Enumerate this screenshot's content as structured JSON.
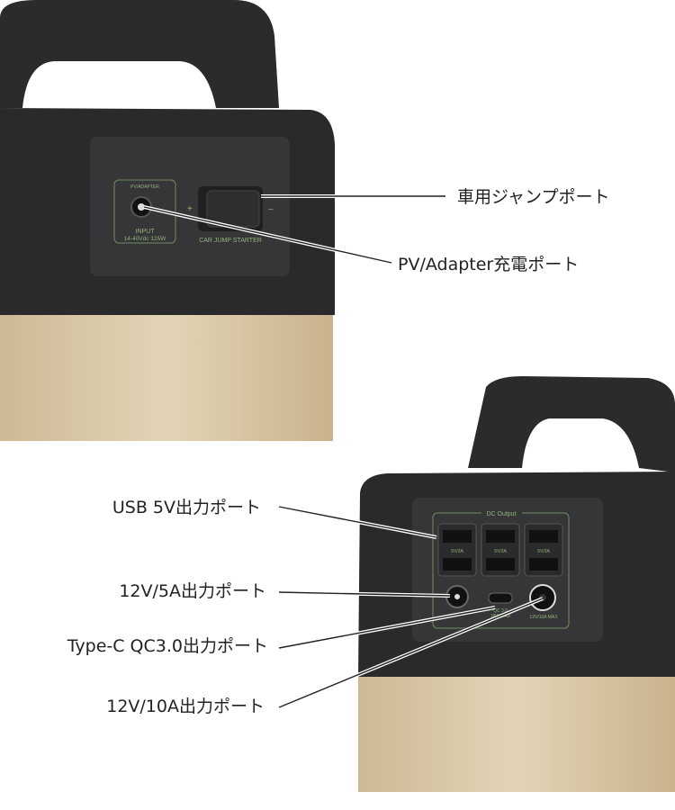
{
  "callouts": {
    "jump_port": "車用ジャンプポート",
    "pv_port": "PV/Adapter充電ポート",
    "usb_port": "USB 5V出力ポート",
    "dc12v5a_port": "12V/5A出力ポート",
    "typec_port": "Type-C QC3.0出力ポート",
    "dc12v10a_port": "12V/10A出力ポート"
  },
  "top_panel": {
    "pv_adapter": "PV/ADAPTER",
    "input": "INPUT",
    "input_spec": "14-40Vdc 125W",
    "plus": "+",
    "minus": "−",
    "jump_label": "CAR JUMP STARTER"
  },
  "bottom_panel": {
    "dc_output": "DC Output",
    "usb_rating": "5V/3A",
    "qc_label": "QC 3.0",
    "qc_max": "18W MAX",
    "dc_max": "12V/10A MAX"
  },
  "colors": {
    "housing": "#2a2a2c",
    "gold": "#d8c6a4",
    "panel": "#3a3a3c",
    "green": "#8fb57a"
  }
}
